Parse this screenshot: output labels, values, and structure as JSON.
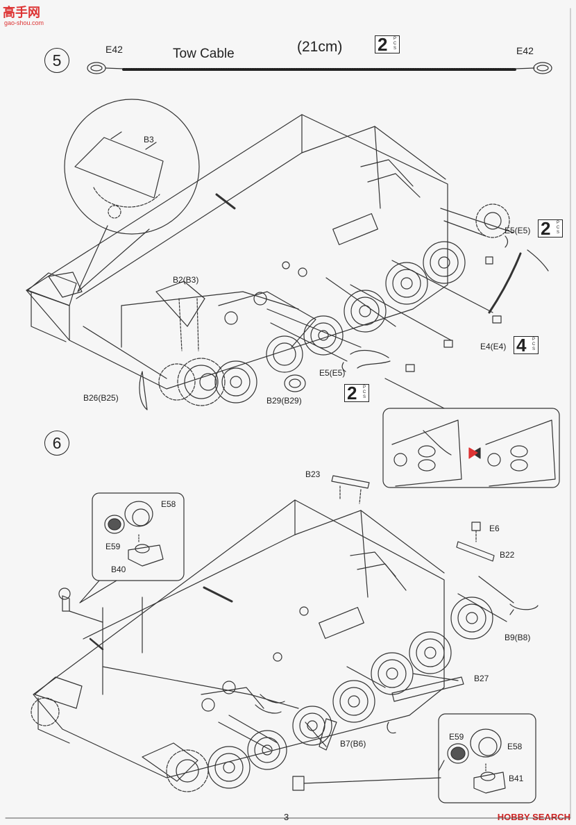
{
  "watermark": {
    "logo_text": "高手网",
    "url": "gao-shou.com",
    "brand": "HOBBY SEARCH"
  },
  "page_number": "3",
  "step5": {
    "number": "5",
    "cable_length": "(21cm)",
    "cable_title": "Tow Cable",
    "cable_qty": "2",
    "pcs": [
      "P",
      "C",
      "S"
    ],
    "labels": {
      "e42_left": "E42",
      "e42_right": "E42",
      "b3": "B3",
      "b2": "B2(B3)",
      "b26": "B26(B25)",
      "b29": "B29(B29)",
      "e5_top": "E5(E5)",
      "e4": "E4(E4)",
      "e5_bottom": "E5(E5)"
    },
    "qty_e5_top": "2",
    "qty_e4": "4",
    "qty_e5_bottom": "2"
  },
  "step6": {
    "number": "6",
    "labels": {
      "b23": "B23",
      "e58_a": "E58",
      "e59_a": "E59",
      "b40": "B40",
      "e6": "E6",
      "b22": "B22",
      "b9": "B9(B8)",
      "b27": "B27",
      "b7": "B7(B6)",
      "e59_b": "E59",
      "e58_b": "E58",
      "b41": "B41"
    }
  },
  "colors": {
    "ink": "#222222",
    "paper": "#f6f6f6",
    "watermark": "#d33333"
  }
}
